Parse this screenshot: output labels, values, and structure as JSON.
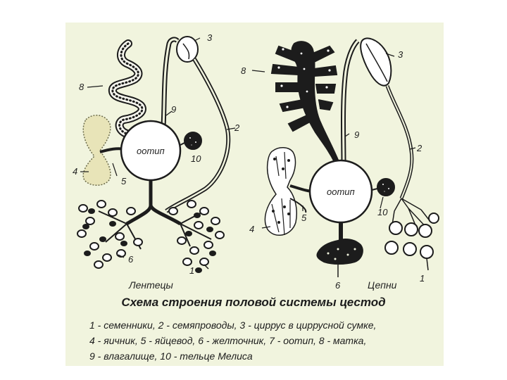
{
  "ootip_label": "оотип",
  "groups": {
    "left": "Лентецы",
    "right": "Цепни"
  },
  "numbers": {
    "n1": "1",
    "n2": "2",
    "n3": "3",
    "n4": "4",
    "n5": "5",
    "n6": "6",
    "n8": "8",
    "n9": "9",
    "n10": "10"
  },
  "title": "Схема строения половой системы цестод",
  "legend": [
    "1 - семенники, 2 - семяпроводы, 3 - циррус в циррусной сумке,",
    "4 - яичник,  5 - яйцевод,  6 - желточник, 7 - оотип, 8 - матка,",
    "9 - влагалище, 10 - тельце Мелиса"
  ],
  "colors": {
    "panel": "#f1f4de",
    "ink": "#1c1c1c",
    "organ_fill": "#ffffff"
  }
}
